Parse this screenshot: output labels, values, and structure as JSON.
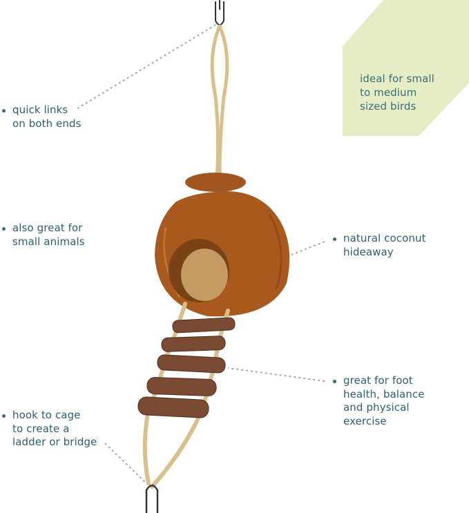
{
  "callouts": {
    "quick_links": [
      "quick links",
      "on both ends"
    ],
    "small_animals": [
      "also great for",
      "small animals"
    ],
    "coconut": [
      "natural coconut",
      "hideaway"
    ],
    "foot_health": [
      "great for foot",
      "health, balance",
      "and physical",
      "exercise"
    ],
    "hook": [
      "hook to cage",
      "to create a",
      "ladder or bridge"
    ]
  },
  "badge": {
    "lines": [
      "ideal for small",
      "to medium",
      "sized birds"
    ],
    "color": "#e6edc4"
  },
  "colors": {
    "text": "#2e5e72",
    "coconut": "#a8591e",
    "wood": "#7a4a32",
    "sisal": "#d9bf8c"
  }
}
